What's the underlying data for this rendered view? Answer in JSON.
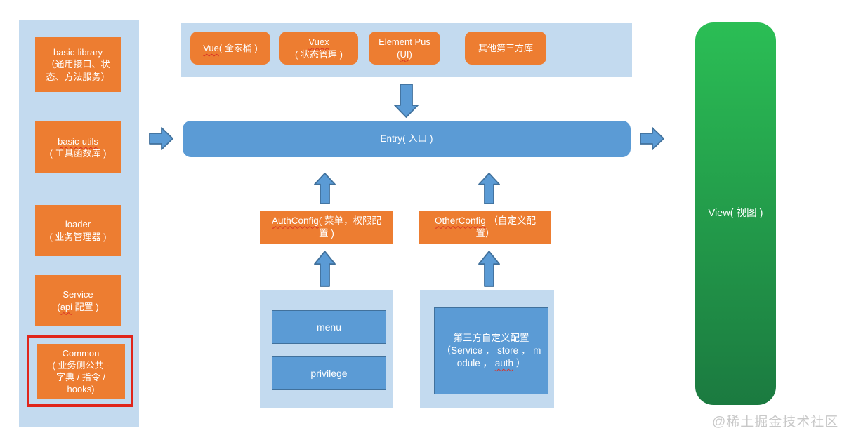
{
  "colors": {
    "orange": "#ED7D31",
    "blue": "#5B9BD5",
    "blue_border": "#41719C",
    "panel_blue": "#C3DAEF",
    "green_top": "#2BBE55",
    "green_bottom": "#1B7A40",
    "highlight_red": "#E0251B",
    "squiggle_red": "#D93025",
    "watermark_gray": "#C8C8C8"
  },
  "sidebar": {
    "items": [
      {
        "name": "basic-library",
        "parts": [
          {
            "t": "basic-library\n（通用接口、状\n态、方法服务）"
          }
        ]
      },
      {
        "name": "basic-utils",
        "parts": [
          {
            "t": "basic-utils",
            "sq": true
          },
          {
            "t": "\n( 工具函数库 )"
          }
        ]
      },
      {
        "name": "loader",
        "parts": [
          {
            "t": "loader\n( 业务管理器 )"
          }
        ]
      },
      {
        "name": "service",
        "parts": [
          {
            "t": "Service\n("
          },
          {
            "t": "api",
            "sq": true
          },
          {
            "t": " 配置 )"
          }
        ]
      },
      {
        "name": "common",
        "highlighted": true,
        "parts": [
          {
            "t": "Common\n( 业务侧公共 -\n字典 / 指令 /\nhooks)"
          }
        ]
      }
    ]
  },
  "top_strip": {
    "items": [
      {
        "name": "vue",
        "parts": [
          {
            "t": "Vue",
            "sq": true
          },
          {
            "t": "( 全家桶 )"
          }
        ]
      },
      {
        "name": "vuex",
        "parts": [
          {
            "t": "Vuex",
            "sq": true
          },
          {
            "t": "\n( 状态管理 )"
          }
        ]
      },
      {
        "name": "element-plus",
        "parts": [
          {
            "t": "Element Pus\n("
          },
          {
            "t": "UI",
            "sq": true
          },
          {
            "t": ")"
          }
        ]
      },
      {
        "name": "other-third-party",
        "parts": [
          {
            "t": "其他第三方库"
          }
        ]
      }
    ]
  },
  "entry": {
    "label": "Entry( 入口 )"
  },
  "auth_config": {
    "parts": [
      {
        "t": "AuthConfig",
        "sq": true
      },
      {
        "t": "( 菜单，权限配\n置 )"
      }
    ]
  },
  "other_config": {
    "parts": [
      {
        "t": "OtherConfig",
        "sq": true
      },
      {
        "t": " （自定义配\n置）"
      }
    ]
  },
  "auth_sources": {
    "menu": "menu",
    "privilege": "privilege"
  },
  "third_party_config": {
    "parts": [
      {
        "t": "第三方自定义配置\n（Service ， store ， m\nodule ， "
      },
      {
        "t": "auth",
        "sq": true
      },
      {
        "t": " ）"
      }
    ]
  },
  "view": {
    "label": "View( 视图 )"
  },
  "watermark": "@稀土掘金技术社区"
}
